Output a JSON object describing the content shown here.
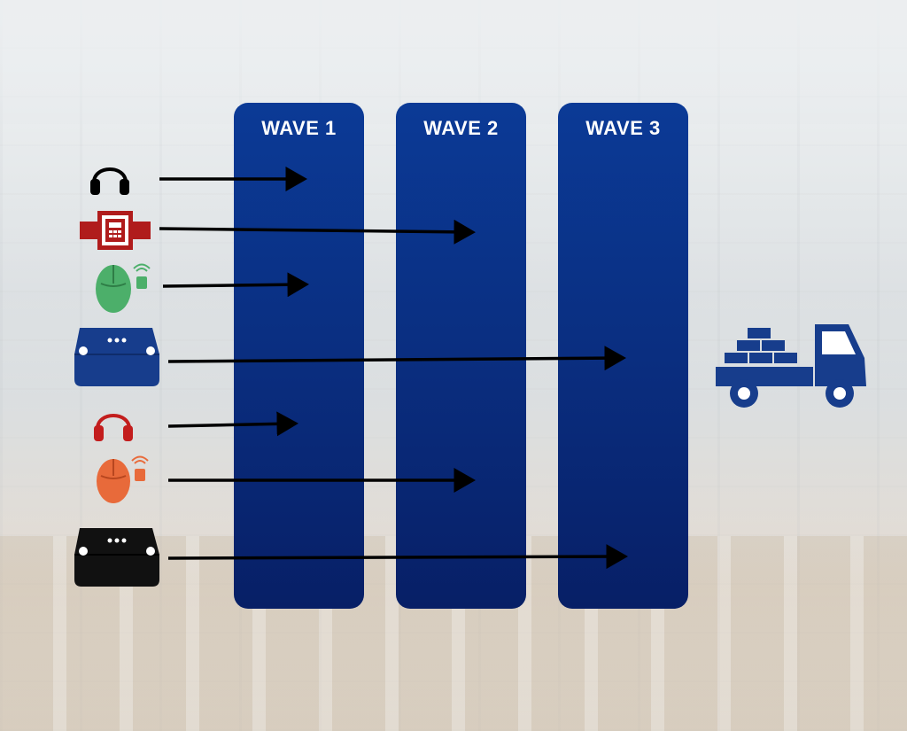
{
  "waves": [
    {
      "label": "WAVE 1"
    },
    {
      "label": "WAVE 2"
    },
    {
      "label": "WAVE 3"
    }
  ],
  "items": [
    {
      "icon": "headphones-icon",
      "color": "#000000",
      "wave": 1
    },
    {
      "icon": "handheld-scanner-icon",
      "color": "#b01c1c",
      "wave": 2
    },
    {
      "icon": "wireless-mouse-icon",
      "color": "#4caf6a",
      "wave": 1
    },
    {
      "icon": "speaker-icon",
      "color": "#173d8c",
      "wave": 3
    },
    {
      "icon": "headphones-icon",
      "color": "#c31d1d",
      "wave": 1
    },
    {
      "icon": "wireless-mouse-icon",
      "color": "#e86a3a",
      "wave": 2
    },
    {
      "icon": "speaker-icon",
      "color": "#111111",
      "wave": 3
    }
  ],
  "destination": {
    "icon": "delivery-truck-icon",
    "color": "#173d8c"
  },
  "colors": {
    "wave_fill": "#0a2e80",
    "arrow": "#000000"
  }
}
